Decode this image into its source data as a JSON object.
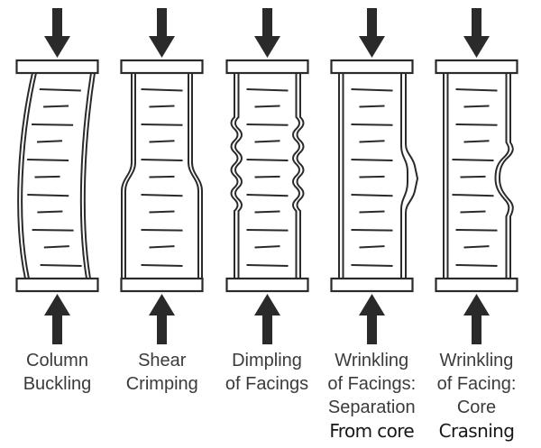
{
  "figure": {
    "description": "Sandwich panel compression failure modes diagram",
    "colors": {
      "line": "#2a2a2a",
      "text": "#3b3b3b",
      "text_alt": "#171717",
      "background": "#ffffff"
    },
    "icons": {
      "top_load": "down-arrow-icon",
      "bottom_load": "up-arrow-icon"
    },
    "panels": [
      {
        "name": "column-buckling",
        "label_lines": [
          "Column",
          "Buckling"
        ]
      },
      {
        "name": "shear-crimping",
        "label_lines": [
          "Shear",
          "Crimping"
        ]
      },
      {
        "name": "dimpling-of-facings",
        "label_lines": [
          "Dimpling",
          "of Facings"
        ]
      },
      {
        "name": "wrinkling-of-facings-separation",
        "label_lines": [
          "Wrinkling",
          "of Facings:",
          "Separation",
          "From core"
        ]
      },
      {
        "name": "wrinkling-of-facing-core-crushing",
        "label_lines": [
          "Wrinkling",
          "of Facing:",
          "Core",
          "Crasning"
        ]
      }
    ]
  }
}
